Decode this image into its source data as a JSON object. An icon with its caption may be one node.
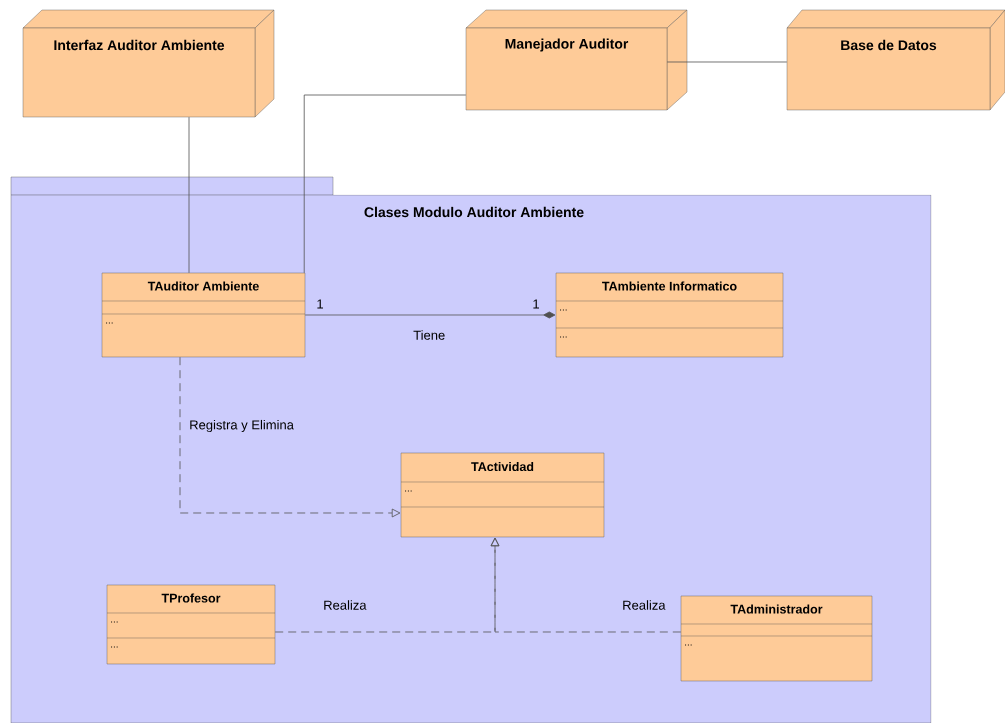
{
  "diagram": {
    "nodes": [
      {
        "text": [
          "Interfaz Auditor Ambiente"
        ]
      },
      {
        "text": [
          "Manejador Auditor"
        ]
      },
      {
        "text": [
          "Base de Datos"
        ]
      },
      {
        "text": [
          "Clases Modulo Auditor Ambiente"
        ]
      },
      {
        "text": [
          "TAuditor Ambiente",
          "..."
        ],
        "in": 3
      },
      {
        "text": [
          "TAmbiente Informatico",
          "...",
          "..."
        ],
        "in": 3
      },
      {
        "text": [
          "TActividad",
          "..."
        ],
        "in": 3
      },
      {
        "text": [
          "TProfesor",
          "...",
          "..."
        ],
        "in": 3
      },
      {
        "text": [
          "TAdministrador",
          "..."
        ],
        "in": 3
      }
    ],
    "edges": [
      {
        "from": 0,
        "to": 4,
        "arrow": "none"
      },
      {
        "from": 1,
        "to": 4,
        "arrow": "none"
      },
      {
        "from": 1,
        "to": 2,
        "arrow": "none"
      },
      {
        "from": 4,
        "to": 5,
        "arrow": "other",
        "label": "Tiene"
      },
      {
        "from": 4,
        "to": 6,
        "arrow": "to",
        "style": "dashed",
        "label": "Registra y Elimina"
      },
      {
        "from": 7,
        "to": 6,
        "arrow": "to",
        "style": "dashed",
        "label": "Realiza"
      },
      {
        "from": 8,
        "to": 6,
        "arrow": "to",
        "style": "dashed",
        "label": "Realiza"
      }
    ],
    "labels": [
      "1",
      "1"
    ]
  }
}
